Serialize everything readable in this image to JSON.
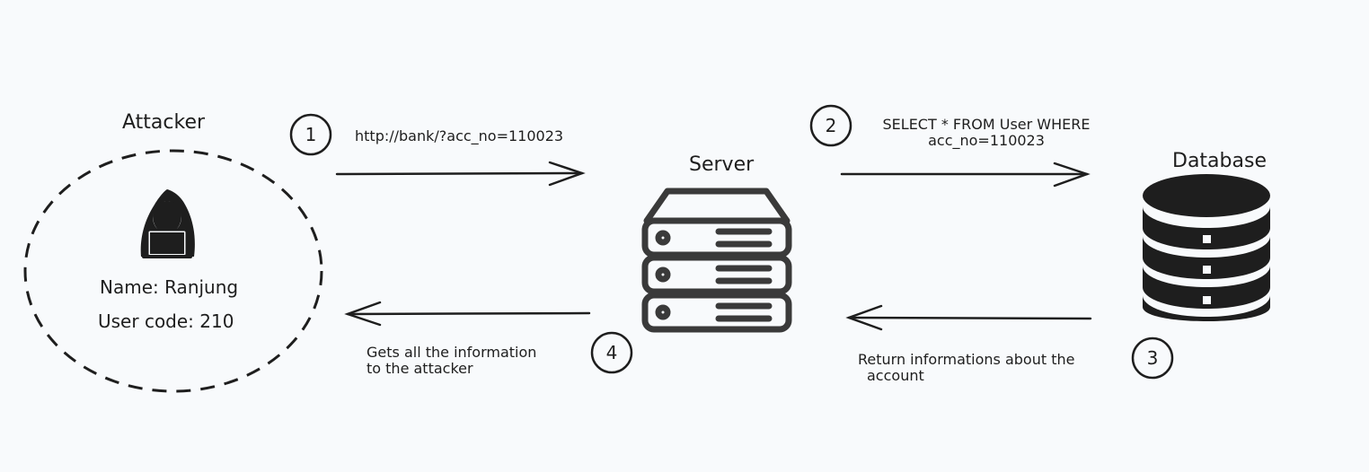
{
  "attacker": {
    "title": "Attacker",
    "name_line": "Name: Ranjung",
    "code_line": "User code: 210",
    "icon": "hacker-icon"
  },
  "server": {
    "title": "Server",
    "icon": "server-icon"
  },
  "database": {
    "title": "Database",
    "icon": "database-icon"
  },
  "steps": [
    {
      "num": "1",
      "text": "http://bank/?acc_no=110023"
    },
    {
      "num": "2",
      "line1": "SELECT * FROM User WHERE",
      "line2": "acc_no=110023"
    },
    {
      "num": "3",
      "line1": "Return informations about the",
      "line2": "account"
    },
    {
      "num": "4",
      "line1": "Gets all the information",
      "line2": "to the attacker"
    }
  ],
  "colors": {
    "stroke": "#1e1e1e",
    "icon": "#3a3a3a",
    "background": "#f8fafc"
  }
}
